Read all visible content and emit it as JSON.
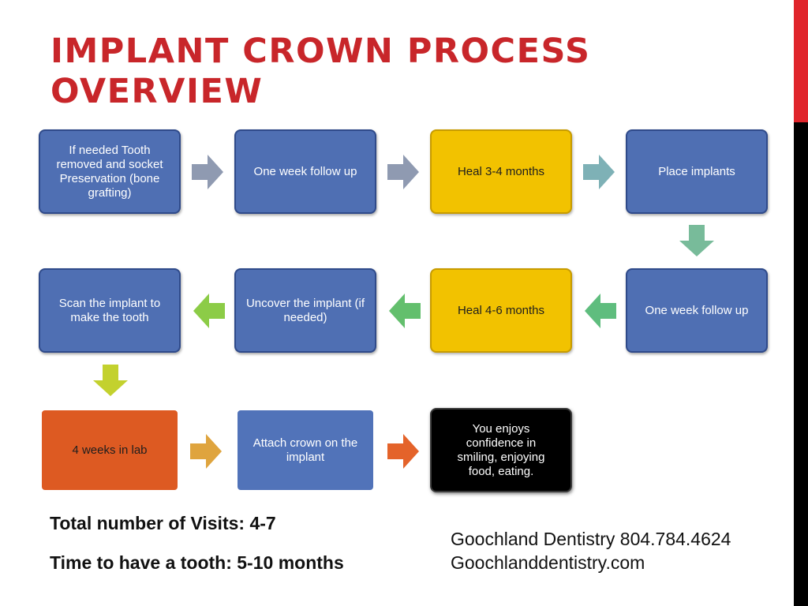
{
  "title": {
    "line1": "IMPLANT CROWN PROCESS",
    "line2": "OVERVIEW"
  },
  "steps": {
    "s1": "If needed Tooth removed and socket Preservation (bone grafting)",
    "s2": "One week follow up",
    "s3": "Heal 3-4 months",
    "s4": "Place implants",
    "s5": "One week follow up",
    "s6": "Heal 4-6 months",
    "s7": "Uncover the implant (if needed)",
    "s8": "Scan the implant to make the tooth",
    "s9": "4 weeks in lab",
    "s10": "Attach crown on the implant",
    "s11": "You enjoys confidence in smiling, enjoying food, eating."
  },
  "colors": {
    "title_red": "#c8262a",
    "box_blue": "#4f6fb3",
    "box_yellow": "#f2c200",
    "box_orange": "#dd5a22",
    "box_black": "#000000",
    "arrow_gray": "#8f9ab1",
    "arrow_teal": "#7eb1b6",
    "arrow_green": "#63bf6d",
    "arrow_lime": "#8ccc47",
    "arrow_olive": "#c3d12e",
    "arrow_gold": "#dfa43e",
    "arrow_orange": "#e4632a",
    "accent_bar_red": "#e0252b",
    "accent_bar_black": "#000000"
  },
  "stats": {
    "visits": "Total number of Visits: 4-7",
    "time": "Time to have a tooth: 5-10 months"
  },
  "contact": {
    "line1": "Goochland Dentistry 804.784.4624",
    "line2": "Goochlanddentistry.com"
  }
}
